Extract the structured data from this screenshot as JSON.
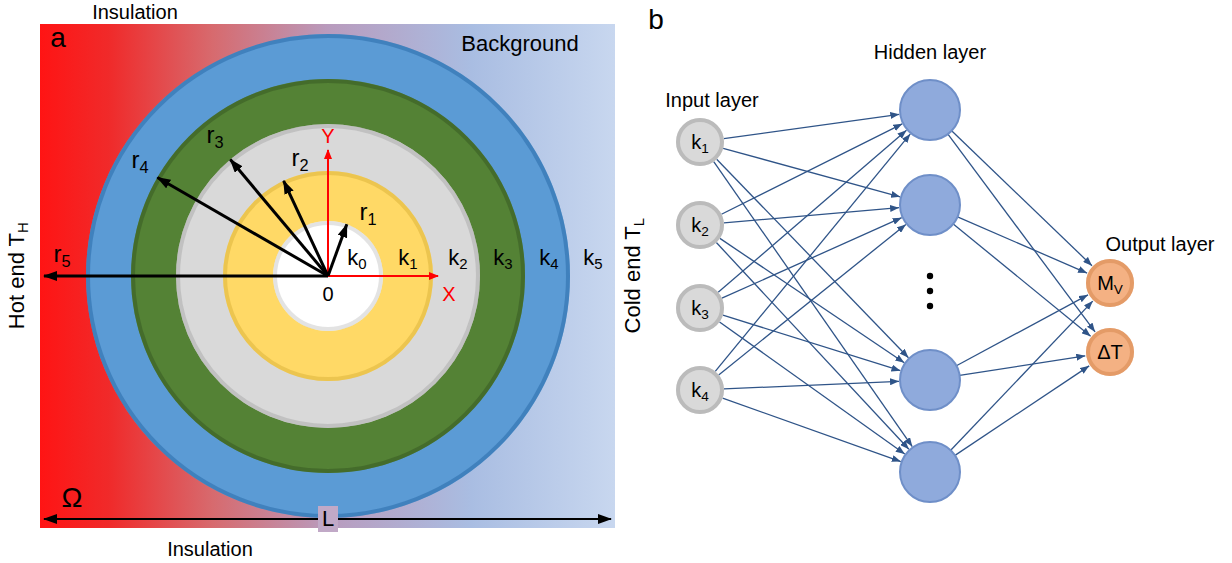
{
  "diagram": {
    "nodes": [
      {
        "text": [
          "Background",
          "k5"
        ]
      },
      {
        "text": [
          "k4"
        ],
        "in": 0
      },
      {
        "text": [
          "k3"
        ],
        "in": 1
      },
      {
        "text": [
          "k2"
        ],
        "in": 2
      },
      {
        "text": [
          "k1"
        ],
        "in": 3
      },
      {
        "text": [
          "k0"
        ],
        "in": 4
      },
      {
        "text": [
          "k1"
        ]
      },
      {
        "text": [
          "k2"
        ]
      },
      {
        "text": [
          "k3"
        ]
      },
      {
        "text": [
          "k4"
        ]
      },
      {
        "text": [
          "MV"
        ]
      },
      {
        "text": [
          "ΔT"
        ]
      }
    ],
    "labels": [
      "a",
      "Insulation",
      "Hot end TH",
      "r5",
      "r4",
      "r3",
      "r2",
      "r1",
      "Y",
      "X",
      "0",
      "Cold end TL",
      "Ω",
      "L",
      "Insulation",
      "b",
      "Input layer",
      "Hidden layer",
      "Output layer"
    ]
  }
}
